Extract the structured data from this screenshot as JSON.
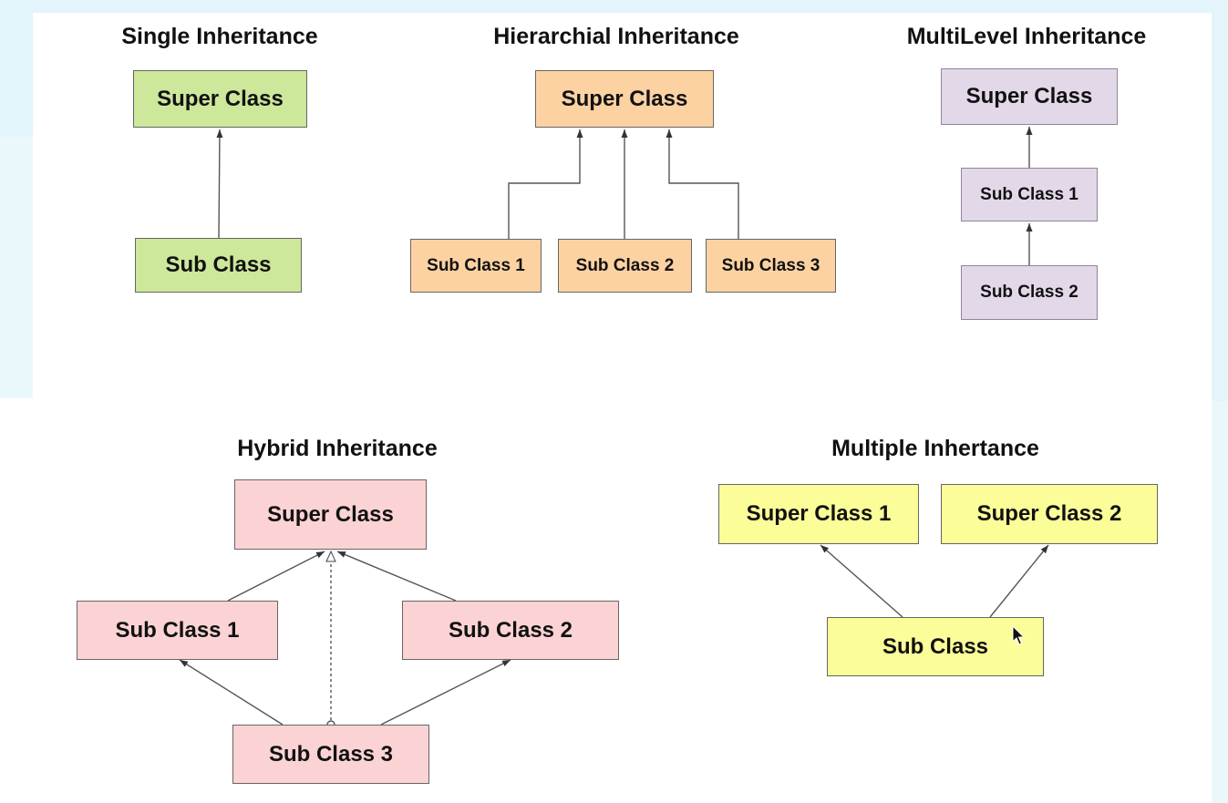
{
  "diagrams": {
    "single": {
      "title": "Single Inheritance",
      "super": "Super Class",
      "sub": "Sub Class"
    },
    "hierarchical": {
      "title": "Hierarchial Inheritance",
      "super": "Super Class",
      "subs": [
        "Sub Class 1",
        "Sub Class 2",
        "Sub Class 3"
      ]
    },
    "multilevel": {
      "title": "MultiLevel Inheritance",
      "super": "Super Class",
      "sub1": "Sub Class 1",
      "sub2": "Sub Class 2"
    },
    "hybrid": {
      "title": "Hybrid Inheritance",
      "super": "Super Class",
      "sub1": "Sub Class 1",
      "sub2": "Sub Class 2",
      "sub3": "Sub Class 3"
    },
    "multiple": {
      "title": "Multiple Inhertance",
      "super1": "Super Class 1",
      "super2": "Super Class 2",
      "sub": "Sub Class"
    }
  },
  "colors": {
    "single": "#cde79b",
    "hierarchical": "#fdd2a2",
    "multilevel": "#e3d8e8",
    "hybrid": "#fcd3d4",
    "multiple": "#fbfd99"
  },
  "icons": [
    "arrow-head-icon",
    "hollow-triangle-arrow-icon",
    "mouse-cursor-icon"
  ]
}
